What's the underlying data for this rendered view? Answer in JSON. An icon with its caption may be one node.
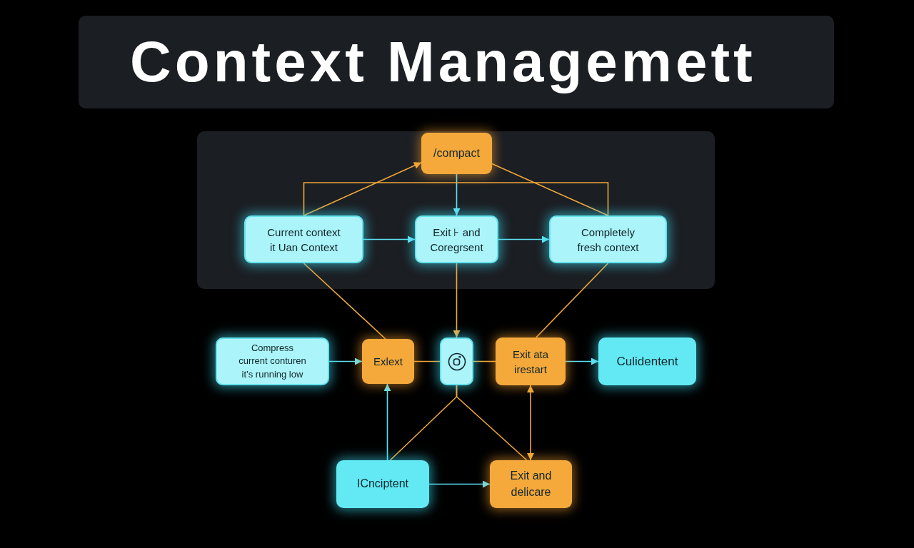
{
  "diagram": {
    "title": "Context Managemett",
    "nodes": [
      {
        "text": [],
        "shape": "box"
      },
      {
        "text": [
          "/compact"
        ],
        "in": 0
      },
      {
        "text": [
          "Current context it Uan Context"
        ],
        "in": 0
      },
      {
        "text": [
          "Exit ⊦ and Coregrsent"
        ],
        "in": 0
      },
      {
        "text": [
          "Completely fresh context"
        ],
        "in": 0
      },
      {
        "text": [
          "Compress current conturen it’s running low"
        ]
      },
      {
        "text": [
          "Exlext"
        ]
      },
      {
        "text": [],
        "shape": "box"
      },
      {
        "text": [
          "Exit ata irestart"
        ]
      },
      {
        "text": [
          "Culidentent"
        ]
      },
      {
        "text": [
          "ICnciptent"
        ]
      },
      {
        "text": [
          "Exit and delicare"
        ]
      }
    ],
    "edges": [
      {
        "from": 1,
        "to": 3,
        "arrow": "to",
        "color": "#5fe3f2"
      },
      {
        "from": 2,
        "to": 1,
        "arrow": "to"
      },
      {
        "from": 1,
        "to": 4,
        "arrow": "none"
      },
      {
        "from": 2,
        "to": 4,
        "arrow": "none"
      },
      {
        "from": 2,
        "to": 3,
        "arrow": "to",
        "color": "#5fe3f2"
      },
      {
        "from": 3,
        "to": 4,
        "arrow": "to",
        "color": "#5fe3f2"
      },
      {
        "from": 2,
        "to": 6,
        "arrow": "none"
      },
      {
        "from": 4,
        "to": 8,
        "arrow": "none"
      },
      {
        "from": 3,
        "to": 7,
        "arrow": "to"
      },
      {
        "from": 5,
        "to": 6,
        "arrow": "to",
        "color": "#5fe3f2"
      },
      {
        "from": 6,
        "to": 7,
        "arrow": "none"
      },
      {
        "from": 7,
        "to": 8,
        "arrow": "none"
      },
      {
        "from": 8,
        "to": 9,
        "arrow": "to",
        "color": "#5fe3f2"
      },
      {
        "from": 10,
        "to": 6,
        "arrow": "to",
        "color": "#5fe3f2"
      },
      {
        "from": 10,
        "to": 11,
        "arrow": "to",
        "color": "#5fe3f2"
      },
      {
        "from": 7,
        "to": 10,
        "arrow": "none"
      },
      {
        "from": 7,
        "to": 11,
        "arrow": "none"
      },
      {
        "from": 8,
        "to": 11,
        "arrow": "both"
      }
    ]
  }
}
